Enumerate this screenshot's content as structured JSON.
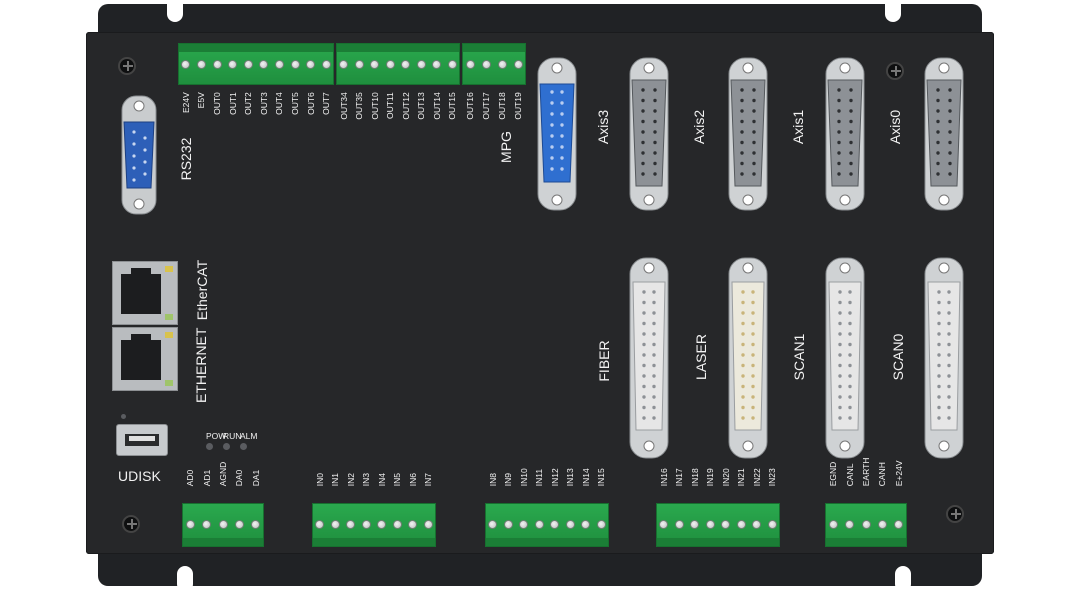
{
  "labels": {
    "rs232": "RS232",
    "ethercat": "EtherCAT",
    "ethernet": "ETHERNET",
    "udisk": "UDISK",
    "mpg": "MPG",
    "axis3": "Axis3",
    "axis2": "Axis2",
    "axis1": "Axis1",
    "axis0": "Axis0",
    "fiber": "FIBER",
    "laser": "LASER",
    "scan1": "SCAN1",
    "scan0": "SCAN0"
  },
  "leds": [
    "POW",
    "RUN",
    "ALM"
  ],
  "terminals": {
    "top1": [
      "E24V",
      "E5V",
      "OUT0",
      "OUT1",
      "OUT2",
      "OUT3",
      "OUT4",
      "OUT5",
      "OUT6",
      "OUT7"
    ],
    "top2": [
      "OUT34",
      "OUT35",
      "OUT10",
      "OUT11",
      "OUT12",
      "OUT13",
      "OUT14",
      "OUT15"
    ],
    "top3": [
      "OUT16",
      "OUT17",
      "OUT18",
      "OUT19"
    ],
    "bot1": [
      "AD0",
      "AD1",
      "AGND",
      "DA0",
      "DA1"
    ],
    "bot2": [
      "IN0",
      "IN1",
      "IN2",
      "IN3",
      "IN4",
      "IN5",
      "IN6",
      "IN7"
    ],
    "bot3": [
      "IN8",
      "IN9",
      "IN10",
      "IN11",
      "IN12",
      "IN13",
      "IN14",
      "IN15"
    ],
    "bot4": [
      "IN16",
      "IN17",
      "IN18",
      "IN19",
      "IN20",
      "IN21",
      "IN22",
      "IN23"
    ],
    "bot5": [
      "EGND",
      "CANL",
      "EARTH",
      "CANH",
      "E+24V"
    ]
  },
  "colors": {
    "case": "#262729",
    "terminal_green": "#24a048",
    "db_blue": "#2f6fd0",
    "db_gray": "#8d9196",
    "db_white": "#e6e6e6"
  }
}
